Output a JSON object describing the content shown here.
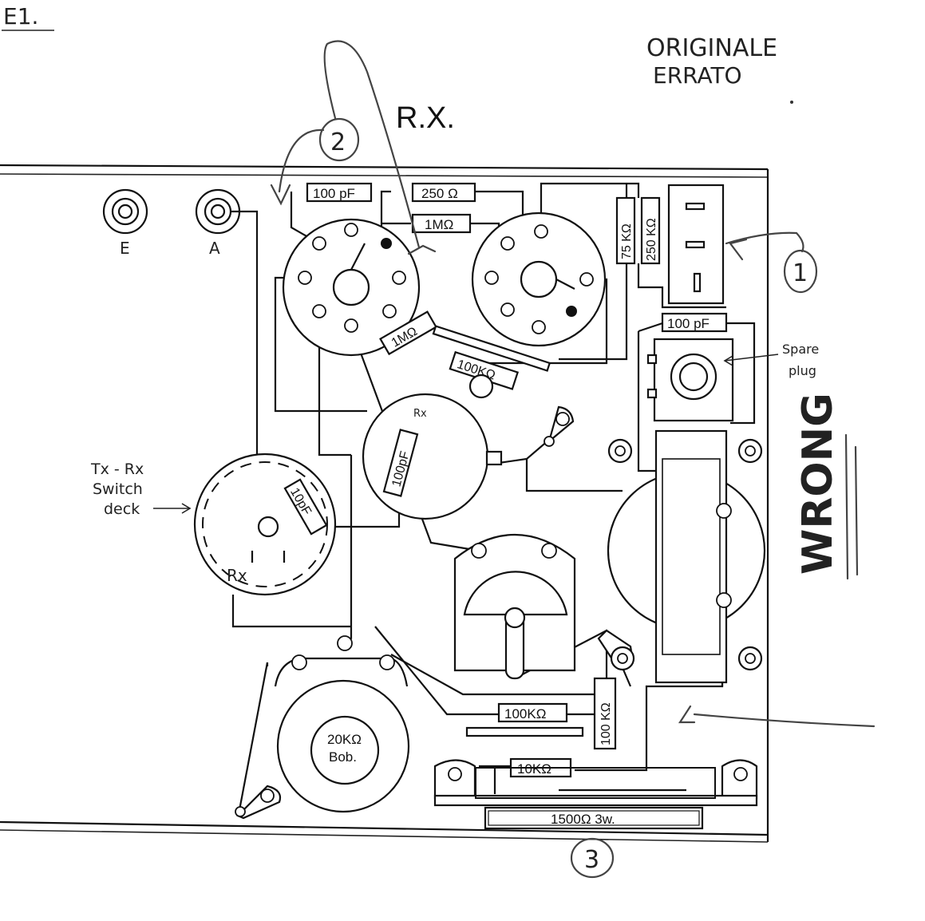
{
  "header": {
    "corner_mark": "E1.",
    "original_line1": "ORIGINALE",
    "original_line2": "ERRATO",
    "section_title": "R.X."
  },
  "terminals": {
    "earth": "E",
    "antenna": "A"
  },
  "components": {
    "c_100pf_top": "100 pF",
    "r_250": "250 Ω",
    "r_1m_top": "1MΩ",
    "r_75k": "75 KΩ",
    "r_250k": "250 KΩ",
    "c_100pf_right": "100 pF",
    "r_1m_diag": "1MΩ",
    "r_100k_diag": "100KΩ",
    "c_100pf_vertical": "100pF",
    "c_10pf": "10pF",
    "r_100k_bottom": "100KΩ",
    "r_100k_vertical": "100 KΩ",
    "r_10k": "10KΩ",
    "r_1500": "1500Ω 3w.",
    "pot_line1": "20KΩ",
    "pot_line2": "Bob."
  },
  "notes": {
    "switch_deck_line1": "Tx - Rx",
    "switch_deck_line2": "Switch",
    "switch_deck_line3": "deck",
    "switch_rx": "Rx",
    "spare_plug_line1": "Spare",
    "spare_plug_line2": "plug",
    "meter_mark": "Rx",
    "wrong": "WRONG"
  },
  "callouts": [
    "1",
    "2",
    "3"
  ]
}
